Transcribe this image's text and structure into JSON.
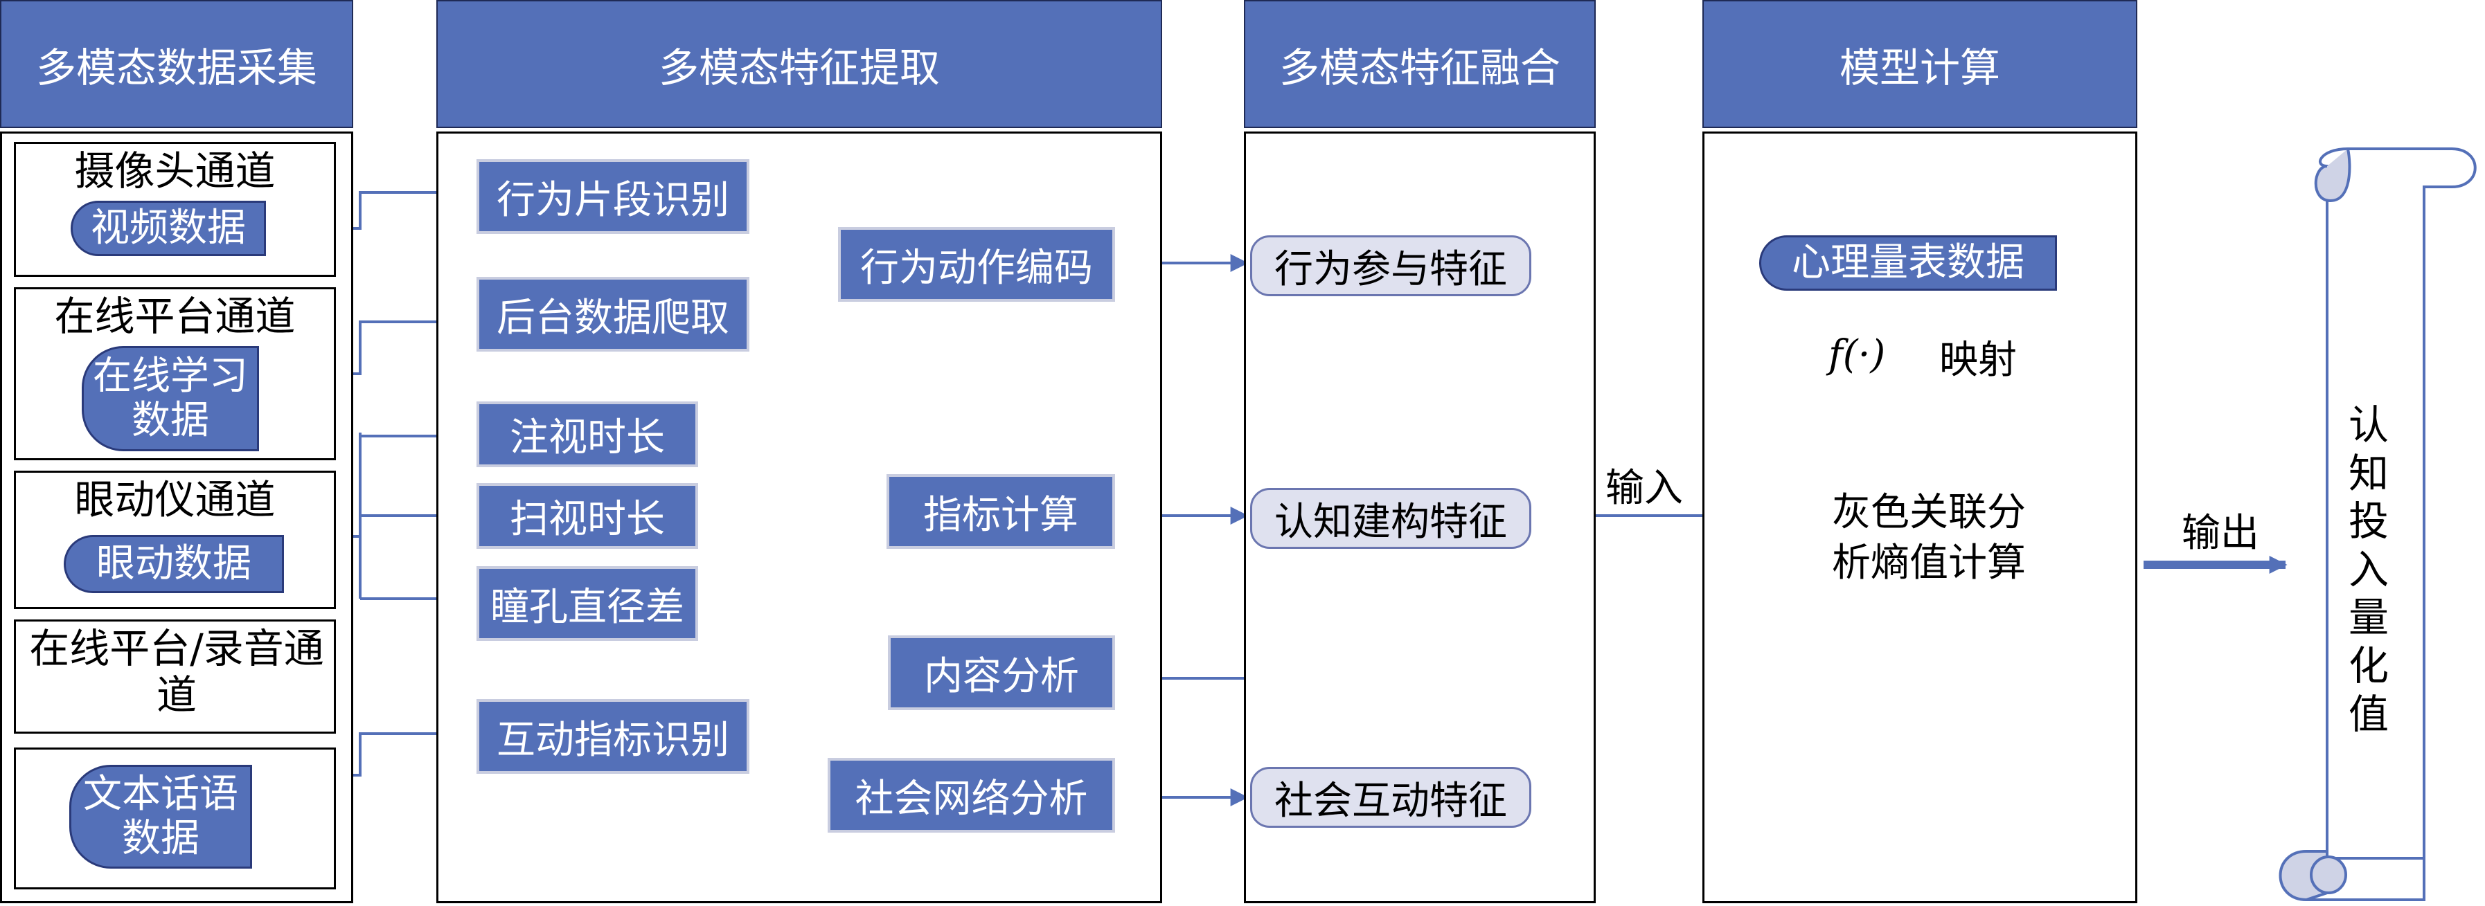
{
  "headers": {
    "col1": "多模态数据采集",
    "col2": "多模态特征提取",
    "col3": "多模态特征融合",
    "col4": "模型计算"
  },
  "channels": [
    {
      "title": "摄像头通道",
      "data": "视频数据"
    },
    {
      "title": "在线平台通道",
      "data": "在线学习数据"
    },
    {
      "title": "眼动仪通道",
      "data": "眼动数据"
    },
    {
      "title": "在线平台/录音通道",
      "data": "文本话语数据"
    }
  ],
  "extraction": {
    "behavior_segment": "行为片段识别",
    "backend_crawl": "后台数据爬取",
    "behavior_encoding": "行为动作编码",
    "gaze_duration": "注视时长",
    "scan_duration": "扫视时长",
    "pupil_diff": "瞳孔直径差",
    "indicator_calc": "指标计算",
    "content_analysis": "内容分析",
    "interaction_recog": "互动指标识别",
    "social_network": "社会网络分析"
  },
  "fusion": {
    "behavior_feature": "行为参与特征",
    "cognitive_feature": "认知建构特征",
    "social_feature": "社会互动特征"
  },
  "model": {
    "scale_data": "心理量表数据",
    "func": "f(·)",
    "map_label": "映射",
    "input_label": "输入",
    "cloud_text": "灰色关联分析熵值计算"
  },
  "output": {
    "label": "输出",
    "scroll_text": "认知投入量化值"
  },
  "colors": {
    "box_fill": "#5470b8",
    "feature_fill": "#dfe1ef",
    "cloud_fill": "#cfd9ee",
    "line": "#5470b8"
  }
}
